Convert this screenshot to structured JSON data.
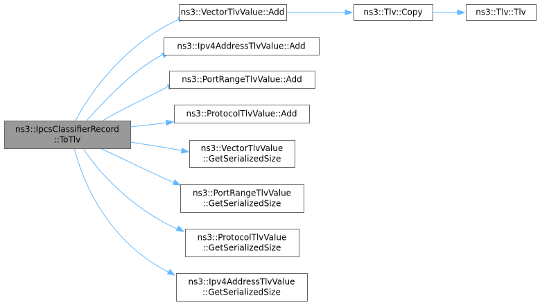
{
  "diagram": {
    "type": "call-graph",
    "root": {
      "id": "root",
      "lines": [
        "ns3::IpcsClassifierRecord",
        "::ToTlv"
      ]
    },
    "nodes": [
      {
        "id": "vector-add",
        "lines": [
          "ns3::VectorTlvValue::Add"
        ]
      },
      {
        "id": "tlv-copy",
        "lines": [
          "ns3::Tlv::Copy"
        ]
      },
      {
        "id": "tlv-ctor",
        "lines": [
          "ns3::Tlv::Tlv"
        ]
      },
      {
        "id": "ipv4-add",
        "lines": [
          "ns3::Ipv4AddressTlvValue::Add"
        ]
      },
      {
        "id": "portrange-add",
        "lines": [
          "ns3::PortRangeTlvValue::Add"
        ]
      },
      {
        "id": "protocol-add",
        "lines": [
          "ns3::ProtocolTlvValue::Add"
        ]
      },
      {
        "id": "vector-size",
        "lines": [
          "ns3::VectorTlvValue",
          "::GetSerializedSize"
        ]
      },
      {
        "id": "portrange-size",
        "lines": [
          "ns3::PortRangeTlvValue",
          "::GetSerializedSize"
        ]
      },
      {
        "id": "protocol-size",
        "lines": [
          "ns3::ProtocolTlvValue",
          "::GetSerializedSize"
        ]
      },
      {
        "id": "ipv4-size",
        "lines": [
          "ns3::Ipv4AddressTlvValue",
          "::GetSerializedSize"
        ]
      }
    ],
    "edges": [
      {
        "from": "root",
        "to": "vector-add"
      },
      {
        "from": "root",
        "to": "ipv4-add"
      },
      {
        "from": "root",
        "to": "portrange-add"
      },
      {
        "from": "root",
        "to": "protocol-add"
      },
      {
        "from": "root",
        "to": "vector-size"
      },
      {
        "from": "root",
        "to": "portrange-size"
      },
      {
        "from": "root",
        "to": "protocol-size"
      },
      {
        "from": "root",
        "to": "ipv4-size"
      },
      {
        "from": "vector-add",
        "to": "tlv-copy"
      },
      {
        "from": "tlv-copy",
        "to": "tlv-ctor"
      }
    ],
    "colors": {
      "edge": "#63b8ff",
      "root_fill": "#999999",
      "node_fill": "#ffffff",
      "node_border": "#666666"
    }
  }
}
